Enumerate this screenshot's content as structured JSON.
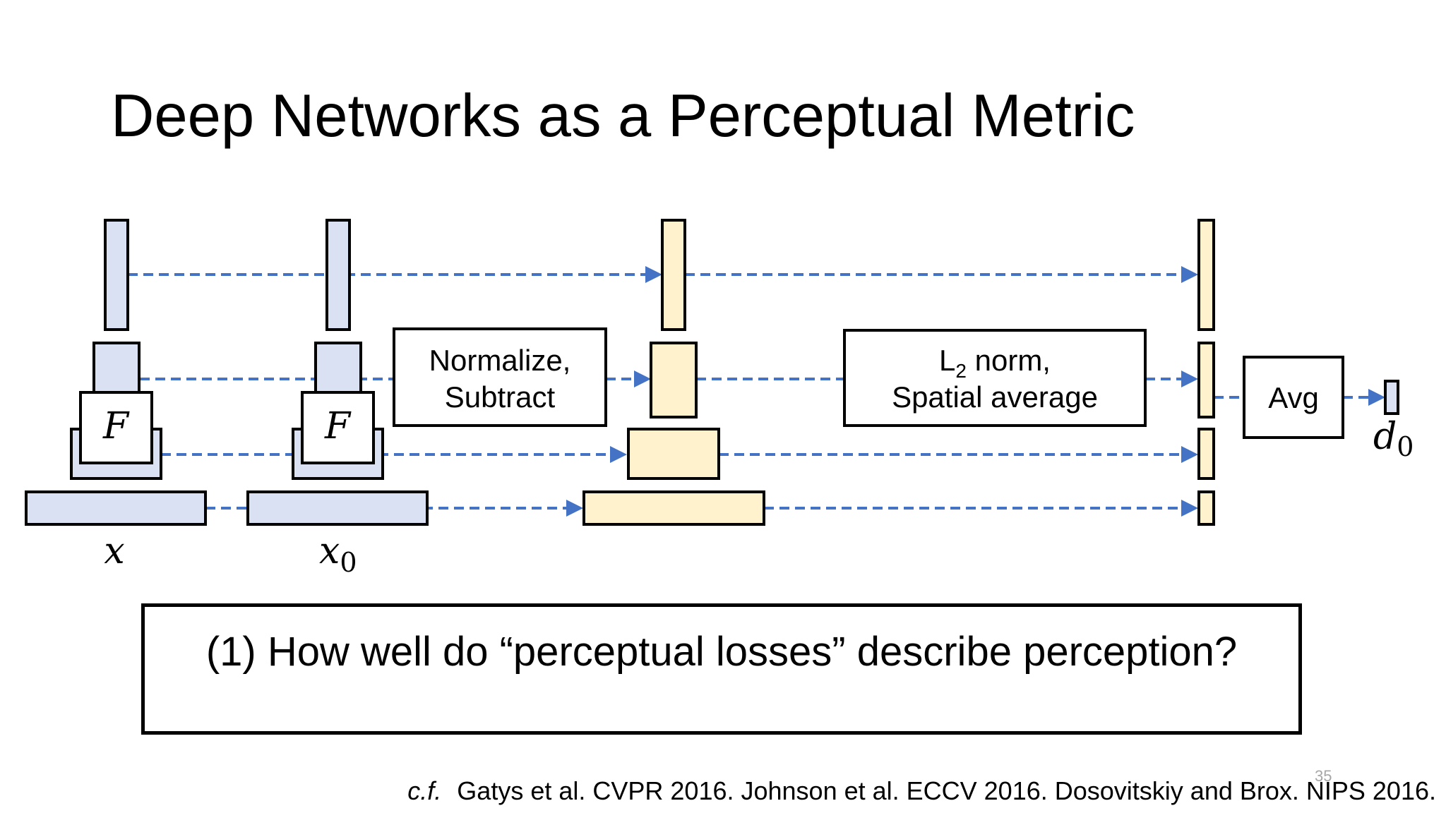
{
  "title": "Deep Networks as a Perceptual Metric",
  "diagram": {
    "network_label": "F",
    "normalize_label_line1": "Normalize,",
    "normalize_label_line2": "Subtract",
    "l2_label_line1_prefix": "L",
    "l2_label_subscript": "2",
    "l2_label_line1_suffix": " norm,",
    "l2_label_line2": "Spatial average",
    "avg_label": "Avg",
    "input_x": "x",
    "input_x0_base": "x",
    "input_x0_sub": "0",
    "output_base": "d",
    "output_sub": "0"
  },
  "question": "(1) How well do “perceptual losses” describe perception?",
  "page_number": "35",
  "citation": {
    "prefix": "c.f.",
    "text": "Gatys et al. CVPR 2016. Johnson et al. ECCV 2016. Dosovitskiy and Brox. NIPS 2016."
  },
  "colors": {
    "feature_blue": "#d9e1f2",
    "feature_yellow": "#fff2cc",
    "arrow_blue": "#4472c4"
  }
}
